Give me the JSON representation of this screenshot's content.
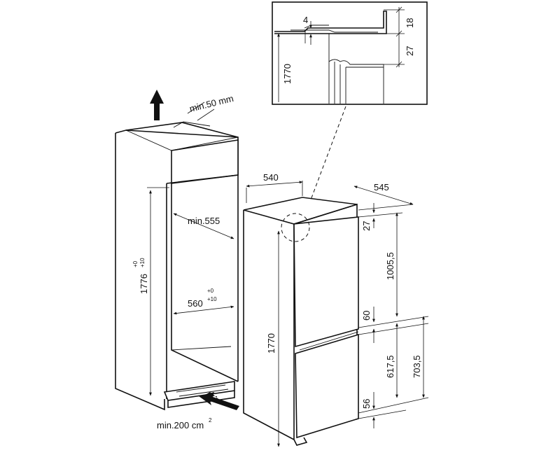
{
  "diagram": {
    "labels": {
      "min_50": "min.50 mm",
      "min_555": "min.555",
      "niche_height": "1776",
      "niche_height_tol_top": "+0",
      "niche_height_tol_bottom": "+10",
      "niche_width": "560",
      "niche_width_tol_top": "+0",
      "niche_width_tol_bottom": "+10",
      "min_200": "min.200 cm",
      "min_200_sup": "2",
      "width_540": "540",
      "depth_545": "545",
      "d_27": "27",
      "d_1005": "1005,5",
      "d_60": "60",
      "d_617": "617,5",
      "d_703": "703,5",
      "d_56": "56",
      "height_1770": "1770",
      "detail_4": "4",
      "detail_18": "18",
      "detail_27": "27",
      "detail_1770": "1770"
    }
  }
}
